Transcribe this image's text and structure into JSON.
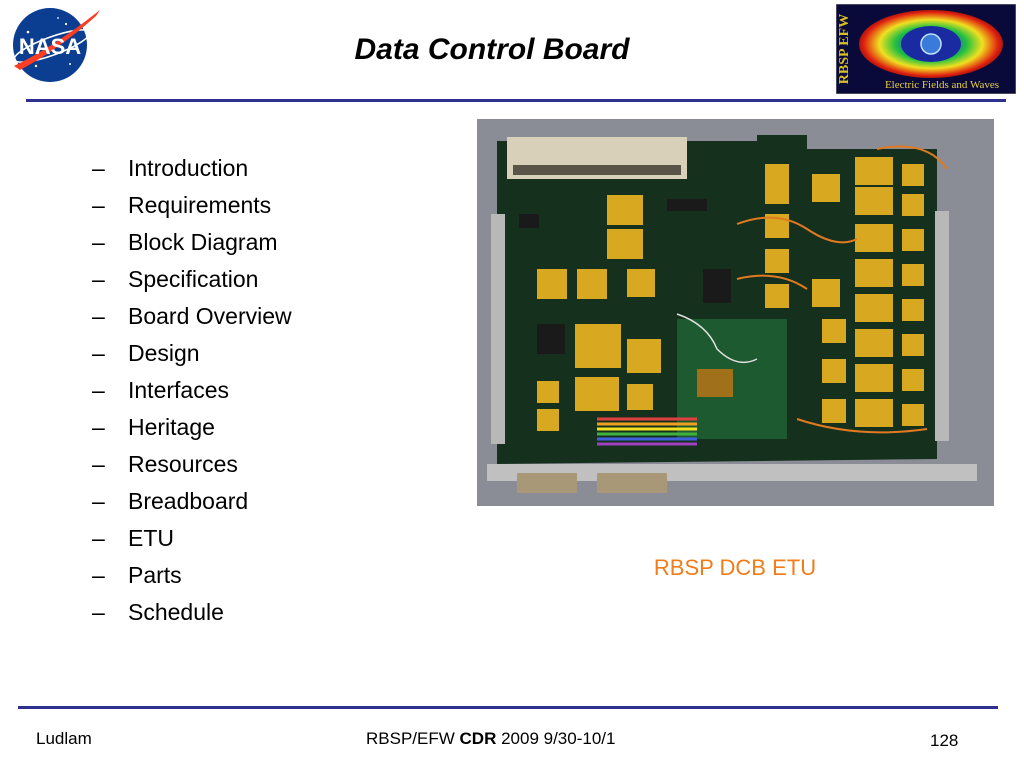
{
  "header": {
    "title": "Data Control Board",
    "left_logo": {
      "icon": "nasa-meatball-logo",
      "text": "NASA"
    },
    "right_logo": {
      "icon": "rbsp-efw-logo",
      "vertical_text": "RBSP EFW",
      "caption": "Electric Fields and Waves"
    }
  },
  "bullets": [
    "Introduction",
    "Requirements",
    "Block Diagram",
    "Specification",
    "Board Overview",
    "Design",
    "Interfaces",
    "Heritage",
    "Resources",
    "Breadboard",
    "ETU",
    "Parts",
    "Schedule"
  ],
  "bullet_marker": "–",
  "photo": {
    "caption": "RBSP DCB ETU"
  },
  "footer": {
    "author": "Ludlam",
    "event_prefix": "RBSP/EFW ",
    "event_bold": "CDR",
    "event_suffix": " 2009 9/30-10/1",
    "page_number": "128"
  },
  "colors": {
    "rule": "#2e3192",
    "caption": "#f07d1a",
    "nasa_blue": "#0b3d91",
    "nasa_red": "#fc3d21"
  }
}
